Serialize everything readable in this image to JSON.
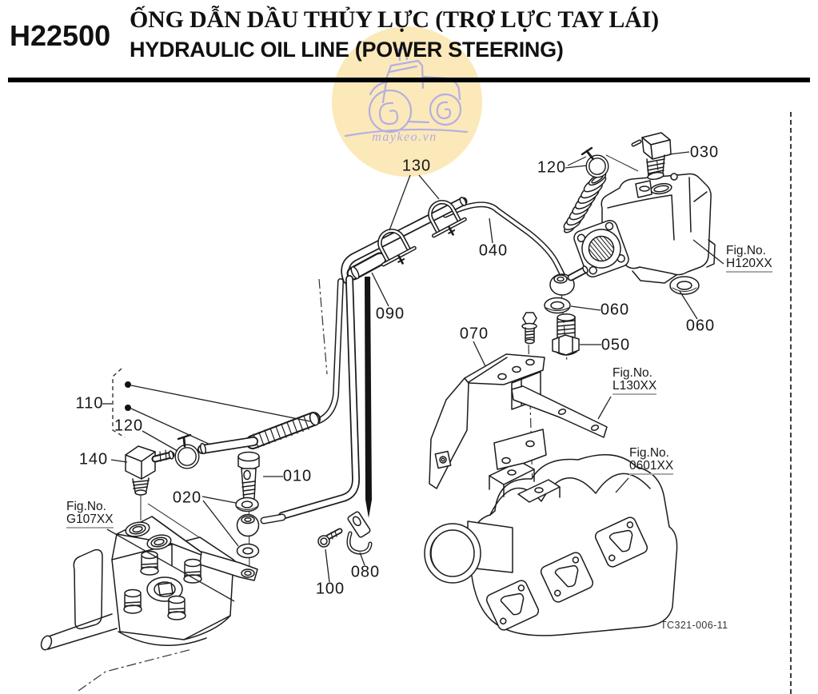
{
  "colors": {
    "ink": "#1b1b1b",
    "watermark_circle": "#fbe9ba",
    "watermark_line": "#b6aee0",
    "fig_underline": "#aaaaaa"
  },
  "header": {
    "code": "H22500",
    "title_vi": "ỐNG DẪN DẦU THỦY LỰC (TRỢ LỰC TAY LÁI)",
    "title_en": "HYDRAULIC OIL LINE (POWER STEERING)"
  },
  "watermark": {
    "site": "maykeo.vn"
  },
  "callouts": {
    "c130": "130",
    "c120a": "120",
    "c030": "030",
    "c040": "040",
    "c090": "090",
    "c060a": "060",
    "c050": "050",
    "c060b": "060",
    "c070": "070",
    "c110": "110",
    "c120b": "120",
    "c140": "140",
    "c010": "010",
    "c020": "020",
    "c100": "100",
    "c080": "080"
  },
  "fig_refs": {
    "h120": {
      "label": "Fig.No.",
      "code": "H120XX"
    },
    "l130": {
      "label": "Fig.No.",
      "code": "L130XX"
    },
    "m0601": {
      "label": "Fig.No.",
      "code": "0601XX"
    },
    "g107": {
      "label": "Fig.No.",
      "code": "G107XX"
    }
  },
  "footer": {
    "drawing_code": "TC321-006-11"
  }
}
